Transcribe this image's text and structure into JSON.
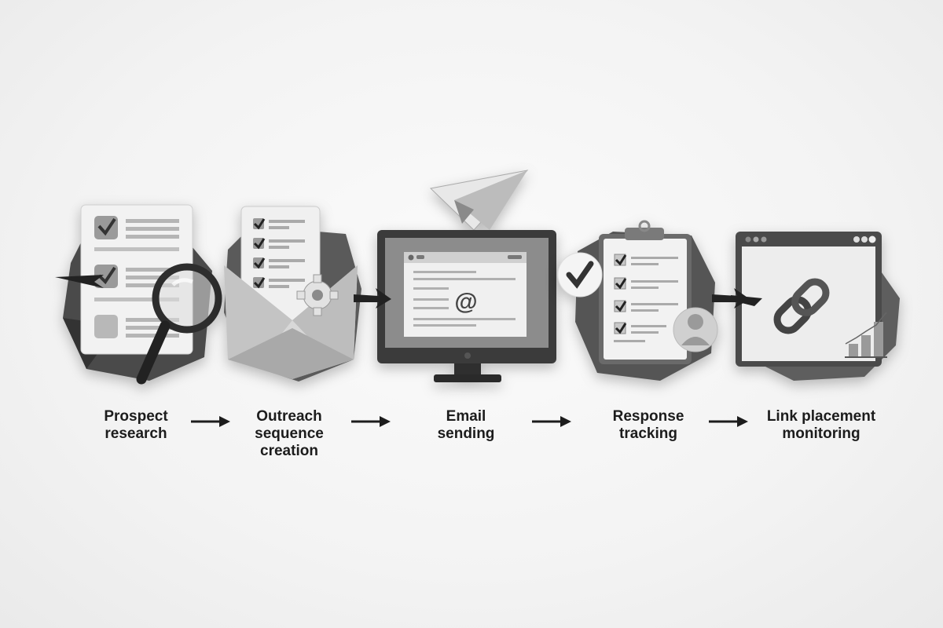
{
  "diagram": {
    "type": "process-flow",
    "stages": [
      {
        "label": "Prospect research",
        "line1": "Prospect",
        "line2": "research",
        "line3": "",
        "icon": "document-magnifier-icon"
      },
      {
        "label": "Outreach sequence creation",
        "line1": "Outreach",
        "line2": "sequence",
        "line3": "creation",
        "icon": "envelope-checklist-gear-icon"
      },
      {
        "label": "Email sending",
        "line1": "Email",
        "line2": "sending",
        "line3": "",
        "icon": "monitor-email-paperplane-icon"
      },
      {
        "label": "Response tracking",
        "line1": "Response",
        "line2": "tracking",
        "line3": "",
        "icon": "clipboard-checklist-user-icon"
      },
      {
        "label": "Link placement monitoring",
        "line1": "Link placement",
        "line2": "monitoring",
        "line3": "",
        "icon": "browser-link-chart-icon"
      }
    ],
    "connectors": [
      "arrow-right",
      "arrow-right",
      "arrow-right",
      "arrow-right"
    ],
    "email_symbol": "@"
  }
}
